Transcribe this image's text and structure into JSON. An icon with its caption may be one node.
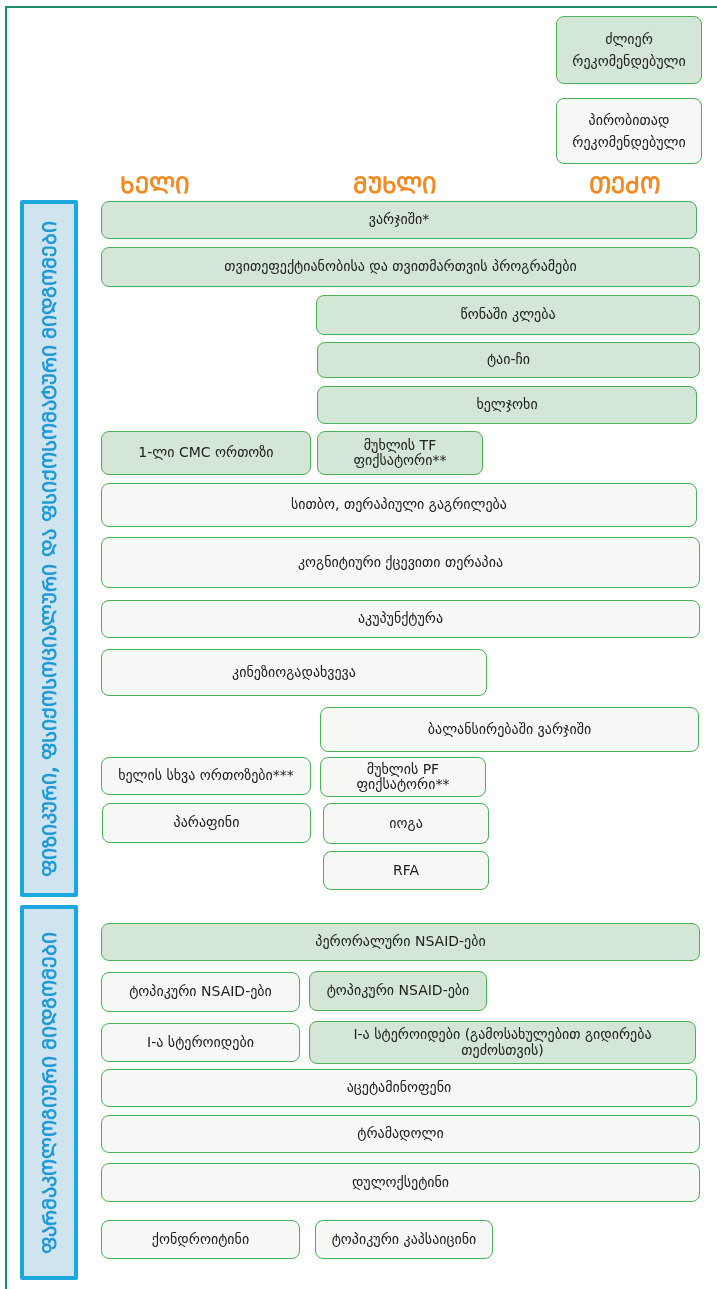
{
  "diagram": {
    "nodes": [
      {
        "text": [
          "ᲤᲘᲖᲘᲙᲣᲠᲘ, ᲤᲡᲘᲥᲝᲡᲝᲪᲘᲐᲚᲣᲠᲘ ᲓᲐ ᲤᲡᲘᲥᲝᲡᲝᲛᲐᲢᲣᲠᲘ ᲛᲘᲓᲒᲝᲛᲔᲑᲘ"
        ]
      },
      {
        "text": [
          "ვარჯიში*"
        ]
      },
      {
        "text": [
          "თვითეფექტიანობისა და თვითმართვის პროგრამები"
        ]
      },
      {
        "text": [
          "წონაში კლება"
        ]
      },
      {
        "text": [
          "ტაი-ჩი"
        ]
      },
      {
        "text": [
          "ხელჯოხი"
        ]
      },
      {
        "text": [
          "1-ლი CMC ორთოზი"
        ]
      },
      {
        "text": [
          "მუხლის TF ფიქსატორი**"
        ]
      },
      {
        "text": [
          "სითბო, თერაპიული გაგრილება"
        ]
      },
      {
        "text": [
          "კოგნიტიური ქცევითი თერაპია"
        ]
      },
      {
        "text": [
          "აკუპუნქტურა"
        ]
      },
      {
        "text": [
          "კინეზიოგადახვევა"
        ]
      },
      {
        "text": [
          "ბალანსირებაში ვარჯიში"
        ]
      },
      {
        "text": [
          "ხელის სხვა ორთოზები***"
        ]
      },
      {
        "text": [
          "მუხლის PF ფიქსატორი**"
        ]
      },
      {
        "text": [
          "პარაფინი"
        ]
      },
      {
        "text": [
          "იოგა"
        ]
      },
      {
        "text": [
          "RFA"
        ]
      },
      {
        "text": [
          "ᲤᲐᲠᲛᲐᲙᲝᲚᲝᲒᲘᲣᲠᲘ ᲛᲘᲓᲒᲝᲛᲔᲑᲘ"
        ]
      },
      {
        "text": [
          "პერორალური NSAID-ები"
        ]
      },
      {
        "text": [
          "ტოპიკური NSAID-ები"
        ]
      },
      {
        "text": [
          "ტოპიკური NSAID-ები"
        ]
      },
      {
        "text": [
          "I-ა სტეროიდები"
        ]
      },
      {
        "text": [
          "I-ა სტეროიდები (გამოსახულებით გიდირება თეძოსთვის)"
        ]
      },
      {
        "text": [
          "აცეტამინოფენი"
        ]
      },
      {
        "text": [
          "ტრამადოლი"
        ]
      },
      {
        "text": [
          "დულოქსეტინი"
        ]
      },
      {
        "text": [
          "ქონდროიტინი"
        ]
      },
      {
        "text": [
          "ტოპიკური კაპსაიცინი"
        ]
      }
    ],
    "labels": [
      "ᲮᲔᲚᲘ",
      "ᲛᲣᲮᲚᲘ",
      "ᲗᲔᲫᲝ"
    ],
    "legend": [
      {
        "text": "ძლიერ რეკომენდებული",
        "color": "#d4e6d5"
      },
      {
        "text": "პირობითად რეკომენდებული",
        "color": "#f6f8f5"
      }
    ]
  }
}
